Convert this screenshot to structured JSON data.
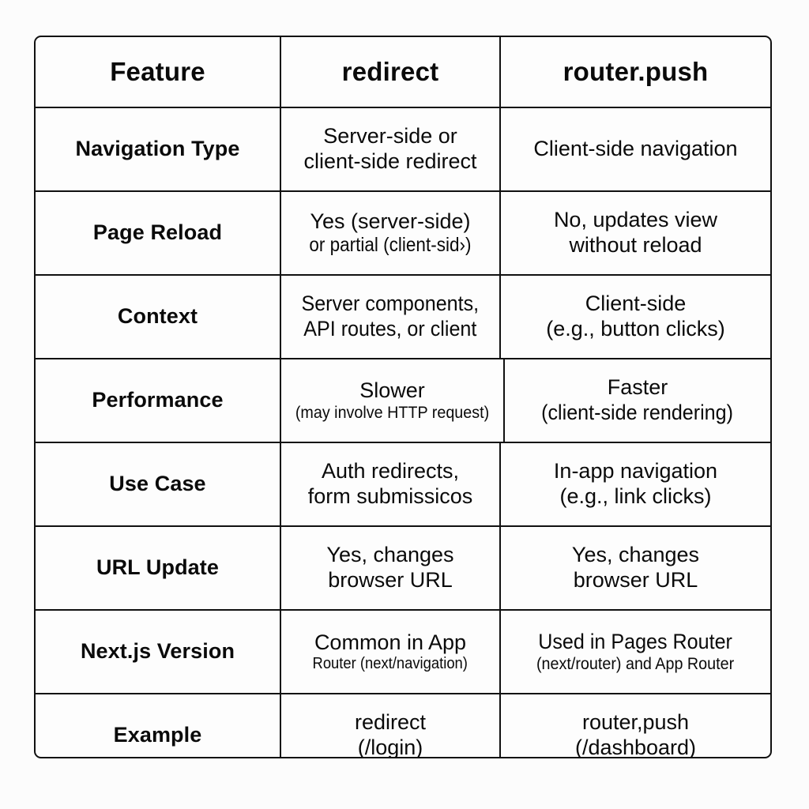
{
  "table": {
    "columns": [
      "Feature",
      "redirect",
      "router.push"
    ],
    "rows": [
      {
        "feature": "Navigation Type",
        "redirect": [
          "Server-side or",
          "client-side redirect"
        ],
        "push": [
          "Client-side navigation"
        ]
      },
      {
        "feature": "Page Reload",
        "redirect": [
          "Yes (server-side)",
          "or partial (client-sid›)"
        ],
        "push": [
          "No, updates view",
          "without reload"
        ]
      },
      {
        "feature": "Context",
        "redirect": [
          "Server components,",
          "API routes, or client"
        ],
        "push": [
          "Client-side",
          "(e.g., button clicks)"
        ]
      },
      {
        "feature": "Performance",
        "redirect": [
          "Slower",
          "(may involve HTTP request)"
        ],
        "push": [
          "Faster",
          "(client-side rendering)"
        ]
      },
      {
        "feature": "Use Case",
        "redirect": [
          "Auth redirects,",
          "form submissicos"
        ],
        "push": [
          "In-app navigation",
          "(e.g., link clicks)"
        ]
      },
      {
        "feature": "URL Update",
        "redirect": [
          "Yes, changes",
          "browser URL"
        ],
        "push": [
          "Yes, changes",
          "browser URL"
        ]
      },
      {
        "feature": "Next.js Version",
        "redirect": [
          "Common in App",
          "Router (next/navigation)"
        ],
        "push": [
          "Used in Pages Router",
          "(next/router) and App Router"
        ]
      },
      {
        "feature": "Example",
        "redirect": [
          "redirect",
          "(/login)"
        ],
        "push": [
          "router,push",
          "(/dashboard)"
        ]
      }
    ]
  },
  "colors": {
    "background": "#fcfcfc",
    "cell_background": "#fdfdfd",
    "border": "#111111",
    "text": "#0a0a0a"
  }
}
